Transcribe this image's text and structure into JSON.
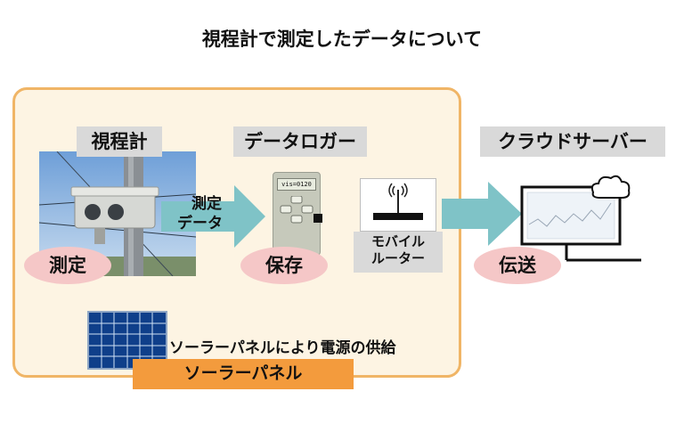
{
  "title": "視程計で測定したデータについて",
  "nodes": {
    "visibility_meter": "視程計",
    "data_logger": "データロガー",
    "cloud_server": "クラウドサーバー"
  },
  "actions": {
    "measure": "測定",
    "store": "保存",
    "transmit": "伝送"
  },
  "arrow_label": {
    "line1": "測定",
    "line2": "データ"
  },
  "logger_display": "vis=0120",
  "router_label": {
    "line1": "モバイル",
    "line2": "ルーター"
  },
  "solar_supply_text": "ソーラーパネルにより電源の供給",
  "solar_panel_label": "ソーラーパネル",
  "colors": {
    "frame_border": "#f0b566",
    "frame_fill": "#fdf4e3",
    "arrow": "#7fc3c7",
    "pill": "#f5c7c7",
    "solar_bar": "#f39b3d",
    "label_box": "#d9d9d9"
  }
}
